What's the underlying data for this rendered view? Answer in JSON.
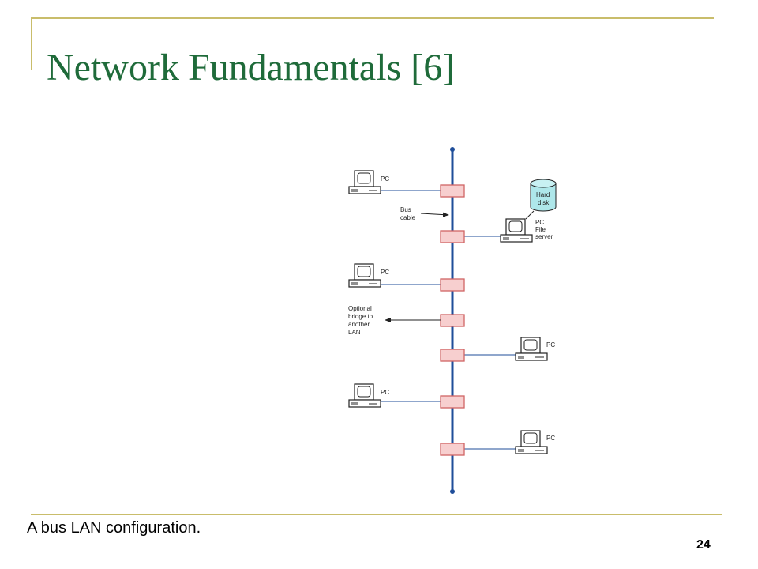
{
  "slide": {
    "title": "Network Fundamentals [6]",
    "caption": "A bus LAN configuration.",
    "page_number": "24"
  },
  "diagram": {
    "bus_label": [
      "Bus",
      "cable"
    ],
    "bridge_label": [
      "Optional",
      "bridge to",
      "another",
      "LAN"
    ],
    "disk_label": [
      "Hard",
      "disk"
    ],
    "server_label": [
      "PC",
      "File",
      "server"
    ],
    "pc_label": "PC",
    "colors": {
      "bus": "#1f4e9a",
      "tap_fill": "#f7cfcf",
      "tap_stroke": "#d06464",
      "disk_fill": "#aee7ea",
      "title": "#1f6b3a",
      "frame": "#c9bd6b"
    }
  }
}
